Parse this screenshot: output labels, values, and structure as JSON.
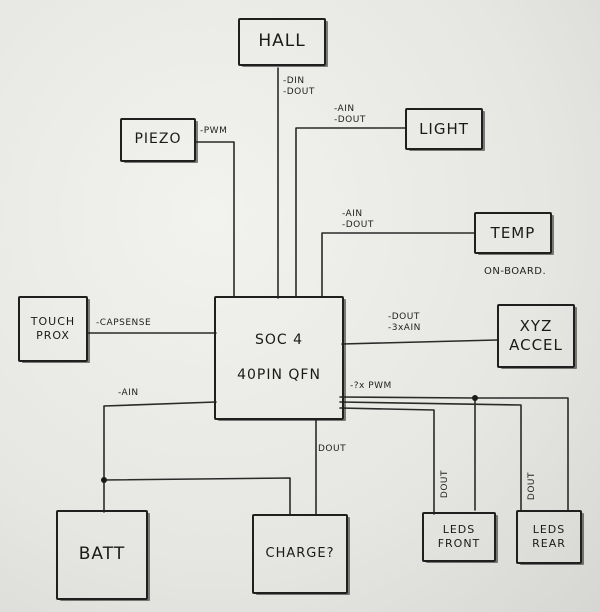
{
  "boxes": {
    "hall": "HALL",
    "piezo": "PIEZO",
    "light": "LIGHT",
    "temp": "TEMP",
    "touch": "TOUCH\nPROX",
    "soc": "SOC 4\n\n40PIN QFN",
    "xyz": "XYZ\nACCEL",
    "batt": "BATT",
    "charge": "CHARGE?",
    "leds_front": "LEDS\nFRONT",
    "leds_rear": "LEDS\nREAR"
  },
  "notes": {
    "hall": "-DIN\n-DOUT",
    "piezo": "-PWM",
    "light": "-AIN\n-DOUT",
    "temp": "-AIN\n-DOUT",
    "temp_sub": "ON-BOARD.",
    "touch": "-CAPSENSE",
    "xyz": "-DOUT\n-3xAIN",
    "pwm": "-?x PWM",
    "batt": "-AIN",
    "charge": "DOUT",
    "leds_front": "DOUT",
    "leds_rear": "DOUT"
  }
}
